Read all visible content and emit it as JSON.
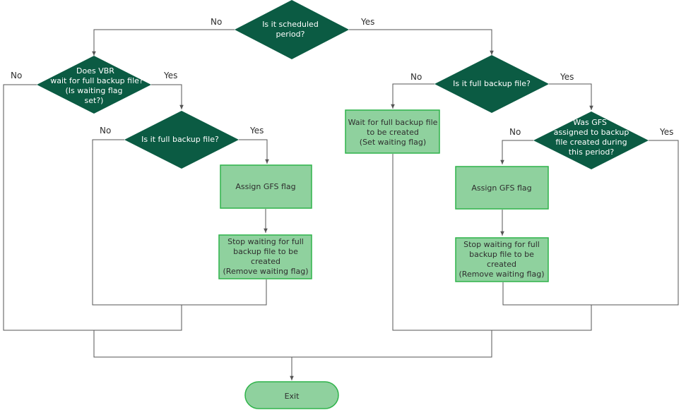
{
  "decisions": {
    "scheduled": [
      "Is it scheduled",
      "period?"
    ],
    "vbr_wait": [
      "Does VBR",
      "wait for full backup file?",
      "(Is waiting flag",
      "set?)"
    ],
    "left_full": [
      "Is it full backup file?"
    ],
    "right_full": [
      "Is it full backup file?"
    ],
    "gfs_assigned": [
      "Was GFS",
      "assigned to backup",
      "file created during",
      "this period?"
    ]
  },
  "processes": {
    "assign_left": [
      "Assign GFS flag"
    ],
    "stop_left": [
      "Stop waiting for full",
      "backup file to be",
      "created",
      "(Remove waiting flag)"
    ],
    "wait_right": [
      "Wait for full backup file",
      "to be created",
      "(Set waiting flag)"
    ],
    "assign_right": [
      "Assign GFS flag"
    ],
    "stop_right": [
      "Stop waiting for full",
      "backup file to be",
      "created",
      "(Remove waiting flag)"
    ]
  },
  "terminal": {
    "exit": "Exit"
  },
  "branch_labels": {
    "scheduled_no": "No",
    "scheduled_yes": "Yes",
    "vbr_no": "No",
    "vbr_yes": "Yes",
    "left_full_no": "No",
    "left_full_yes": "Yes",
    "right_full_no": "No",
    "right_full_yes": "Yes",
    "gfs_no": "No",
    "gfs_yes": "Yes"
  },
  "colors": {
    "decision_fill": "#0b5b43",
    "process_fill": "#8fd19e",
    "process_border": "#2fb34a",
    "connector": "#555555"
  }
}
